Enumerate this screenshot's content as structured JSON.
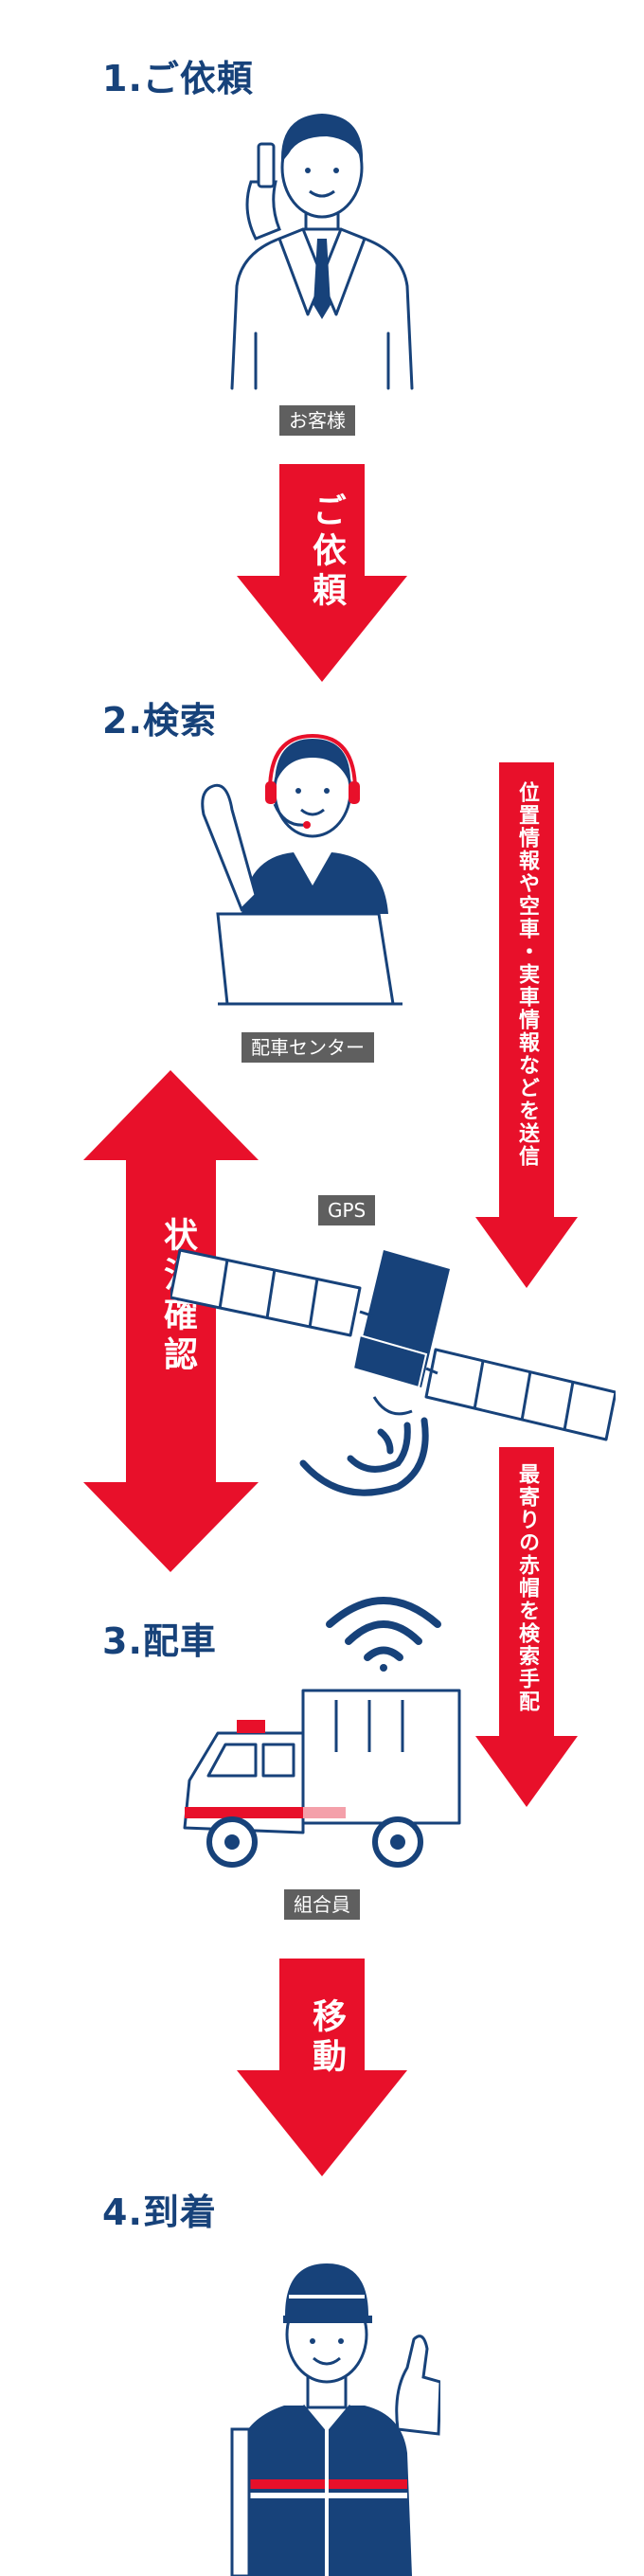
{
  "steps": {
    "step1": "1.ご依頼",
    "step2": "2.検索",
    "step3": "3.配車",
    "step4": "4.到着"
  },
  "labels": {
    "customer": "お客様",
    "dispatch_center": "配車センター",
    "gps": "GPS",
    "member": "組合員"
  },
  "arrows": {
    "request": "ご依頼",
    "status_check": "状況確認",
    "send_info": "位置情報や空車・実車情報などを送信",
    "search_arrange": "最寄りの赤帽を検索手配",
    "move": "移動"
  },
  "colors": {
    "primary_navy": "#17427a",
    "accent_red": "#e8102a",
    "label_gray": "#5f5f5f"
  }
}
